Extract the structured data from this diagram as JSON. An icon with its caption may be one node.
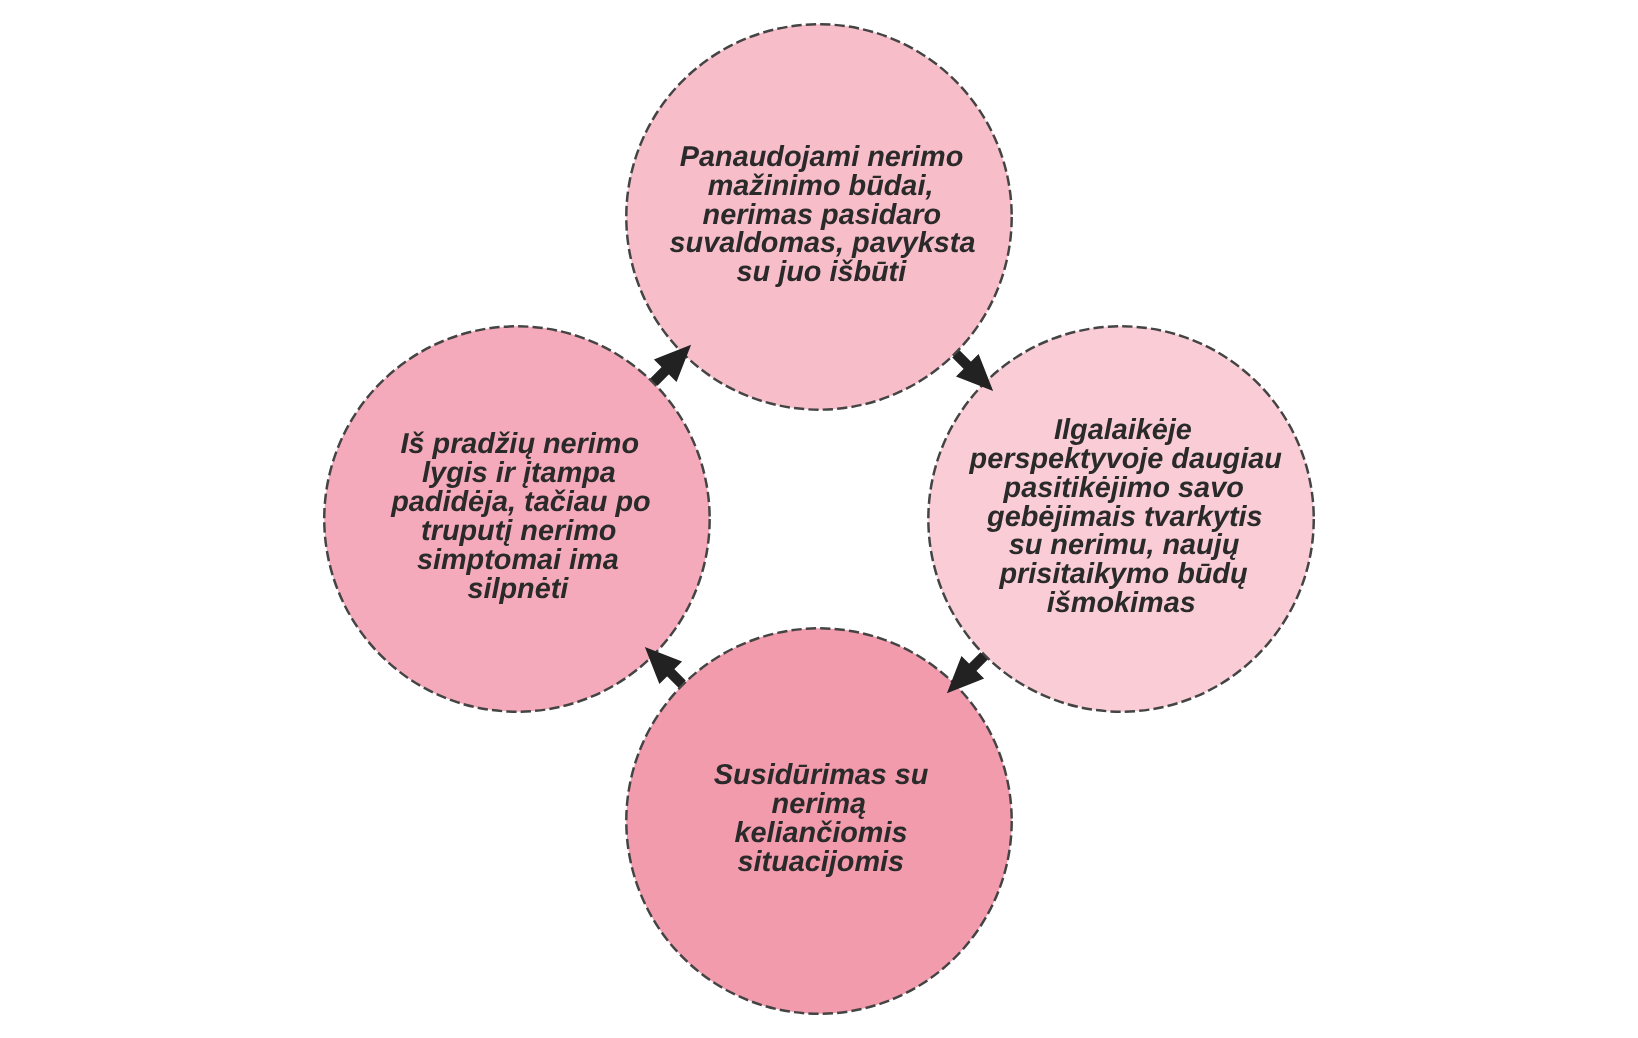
{
  "diagram": {
    "nodes": [
      {
        "text": [
          "Susidūrimas su nerimą keliančiomis situacijomis"
        ]
      },
      {
        "text": [
          "Iš pradžių nerimo lygis ir įtampa padidėja, tačiau po truputį nerimo simptomai ima silpnėti"
        ]
      },
      {
        "text": [
          "Panaudojami nerimo mažinimo būdai, nerimas pasidaro suvaldomas, pavyksta su juo išbūti"
        ]
      },
      {
        "text": [
          "Ilgalaikėje perspektyvoje daugiau pasitikėjimo savo gebėjimais tvarkytis su nerimu, naujų prisitaikymo būdų išmokimas"
        ]
      }
    ],
    "edges": [
      {
        "from": 0,
        "to": 1,
        "arrow": "to"
      },
      {
        "from": 1,
        "to": 2,
        "arrow": "to"
      },
      {
        "from": 2,
        "to": 3,
        "arrow": "to"
      },
      {
        "from": 3,
        "to": 0,
        "arrow": "to"
      }
    ]
  }
}
